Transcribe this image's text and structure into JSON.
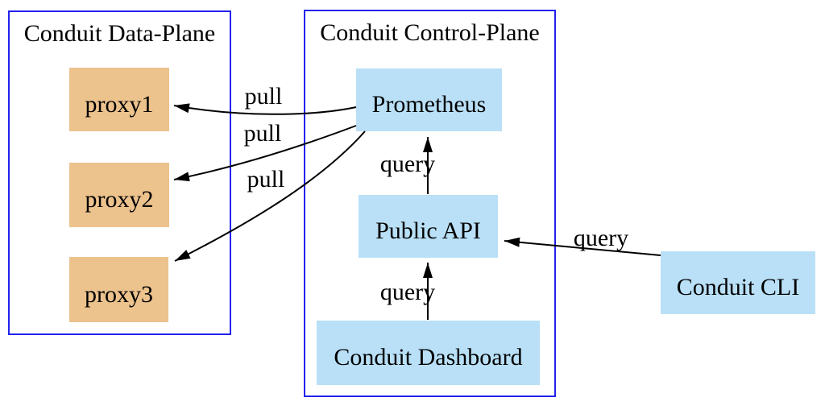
{
  "diagram": {
    "clusters": {
      "data_plane": {
        "title": "Conduit Data-Plane"
      },
      "control_plane": {
        "title": "Conduit Control-Plane"
      }
    },
    "nodes": {
      "proxy1": {
        "label": "proxy1"
      },
      "proxy2": {
        "label": "proxy2"
      },
      "proxy3": {
        "label": "proxy3"
      },
      "prometheus": {
        "label": "Prometheus"
      },
      "public_api": {
        "label": "Public API"
      },
      "dashboard": {
        "label": "Conduit Dashboard"
      },
      "cli": {
        "label": "Conduit CLI"
      }
    },
    "edges": [
      {
        "from": "Prometheus",
        "to": "proxy1",
        "label": "pull"
      },
      {
        "from": "Prometheus",
        "to": "proxy2",
        "label": "pull"
      },
      {
        "from": "Prometheus",
        "to": "proxy3",
        "label": "pull"
      },
      {
        "from": "Public API",
        "to": "Prometheus",
        "label": "query"
      },
      {
        "from": "Conduit Dashboard",
        "to": "Public API",
        "label": "query"
      },
      {
        "from": "Conduit CLI",
        "to": "Public API",
        "label": "query"
      }
    ]
  },
  "colors": {
    "cluster_border": "#2222ee",
    "proxy_fill": "#ecc28d",
    "service_fill": "#b9e0f7",
    "edge_stroke": "#000000",
    "text": "#000000",
    "background": "#ffffff"
  }
}
